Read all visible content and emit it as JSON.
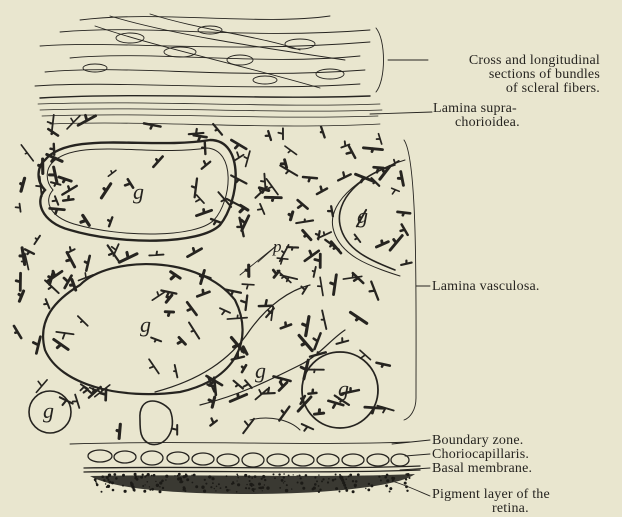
{
  "labels": {
    "scleral": [
      "Cross and longitudinal",
      "sections of bundles",
      "of scleral fibers."
    ],
    "suprachoroidea": [
      "Lamina supra-",
      "chorioidea."
    ],
    "vasculosa": "Lamina vasculosa.",
    "boundary": "Boundary zone.",
    "choriocapillaris": "Choriocapillaris.",
    "basal": "Basal membrane.",
    "pigment": [
      "Pigment layer of the",
      "retina."
    ]
  },
  "vessel_letter": "g",
  "pericyte_letter": "p",
  "colors": {
    "paper": "#e9e6cf",
    "ink": "#262420",
    "pigment": "#3a3932"
  }
}
